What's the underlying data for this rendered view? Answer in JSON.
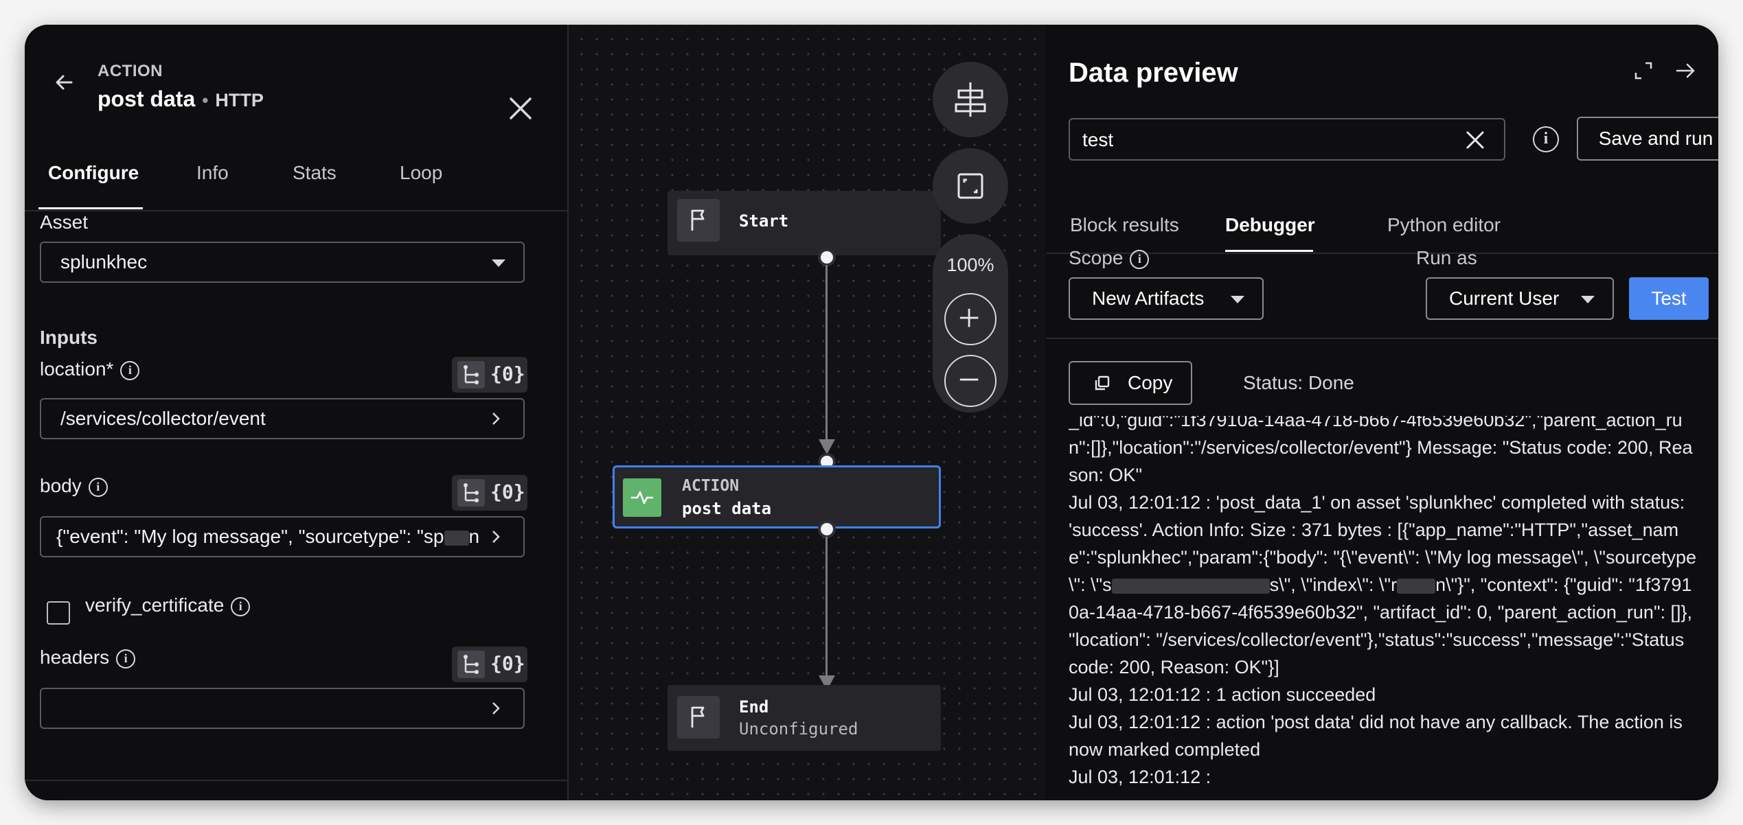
{
  "left_panel": {
    "kicker": "ACTION",
    "title": "post data",
    "separator": "•",
    "subtitle": "HTTP",
    "tabs": [
      "Configure",
      "Info",
      "Stats",
      "Loop"
    ],
    "asset_label": "Asset",
    "asset_value": "splunkhec",
    "inputs_label": "Inputs",
    "location_label": "location*",
    "location_value": "/services/collector/event",
    "body_label": "body",
    "body_value": "{\"event\": \"My log message\", \"sourcetype\": \"sp",
    "body_value_tail": "n",
    "verify_label": "verify_certificate",
    "headers_label": "headers",
    "headers_value": "",
    "braces": "{0}"
  },
  "canvas": {
    "start_label": "Start",
    "action_kicker": "ACTION",
    "action_title": "post data",
    "end_label": "End",
    "end_sub": "Unconfigured",
    "zoom_level": "100%"
  },
  "right_panel": {
    "title": "Data preview",
    "search_value": "test",
    "save_run_label": "Save and run",
    "tabs": [
      "Block results",
      "Debugger",
      "Python editor"
    ],
    "scope_label": "Scope",
    "scope_value": "New Artifacts",
    "run_as_label": "Run as",
    "run_as_value": "Current User",
    "test_label": "Test",
    "copy_label": "Copy",
    "status": "Status: Done",
    "log": [
      "_id\":0,\"guid\":\"1f37910a-14aa-4718-b667-4f6539e60b32\",\"parent_action_run\":[]},\"location\":\"/services/collector/event\"} Message: \"Status code: 200, Reason: OK\"",
      "Jul 03, 12:01:12 :  'post_data_1'  on asset 'splunkhec' completed with status: 'success'. Action Info: Size : 371 bytes : [{\"app_name\":\"HTTP\",\"asset_name\":\"splunkhec\",\"param\":{\"body\": \"{\\\"event\\\": \\\"My log message\\\", \\\"sourcetype\\\": \\\"s",
      "s\\\", \\\"index\\\": \\\"r",
      "n\\\"}\", \"context\": {\"guid\": \"1f37910a-14aa-4718-b667-4f6539e60b32\", \"artifact_id\": 0, \"parent_action_run\": []}, \"location\": \"/services/collector/event\"},\"status\":\"success\",\"message\":\"Status code: 200, Reason: OK\"}]",
      "Jul 03, 12:01:12 :   1 action succeeded",
      "Jul 03, 12:01:12 :   action 'post data' did not have any callback. The action is now marked completed",
      "Jul 03, 12:01:12 :"
    ]
  }
}
